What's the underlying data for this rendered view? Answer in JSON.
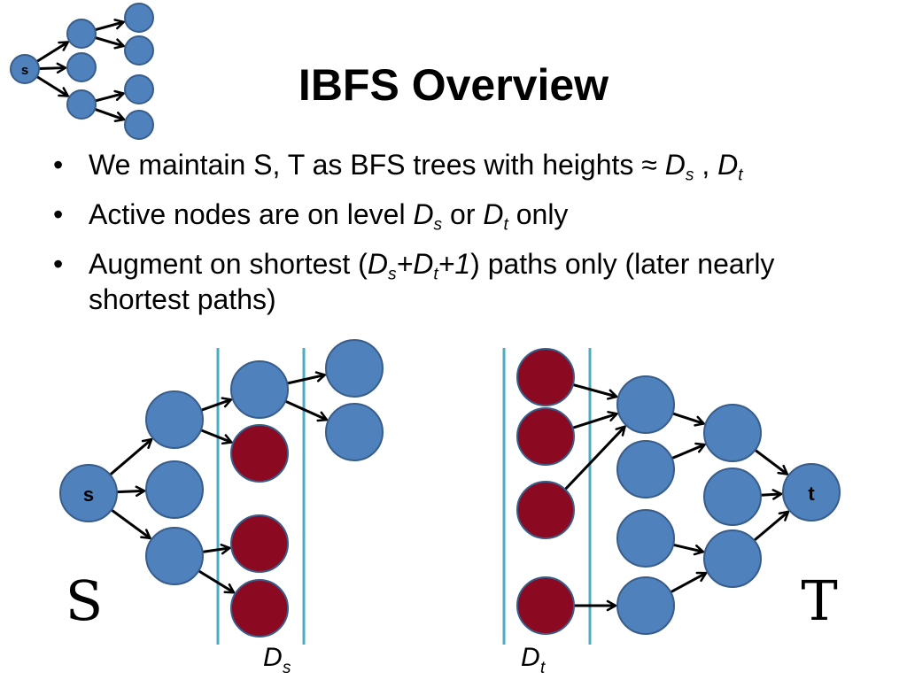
{
  "title": "IBFS Overview",
  "bullets": [
    {
      "parts": [
        {
          "text": "We maintain S, T as BFS trees with heights ≈ "
        },
        {
          "text": "D",
          "italic": true
        },
        {
          "text": "s",
          "sub": true,
          "italic": true
        },
        {
          "text": " , "
        },
        {
          "text": "D",
          "italic": true
        },
        {
          "text": "t",
          "sub": true,
          "italic": true
        }
      ]
    },
    {
      "parts": [
        {
          "text": "Active nodes are on level "
        },
        {
          "text": "D",
          "italic": true
        },
        {
          "text": "s",
          "sub": true,
          "italic": true
        },
        {
          "text": " or "
        },
        {
          "text": "D",
          "italic": true
        },
        {
          "text": "t",
          "sub": true,
          "italic": true
        },
        {
          "text": " only"
        }
      ]
    },
    {
      "parts": [
        {
          "text": "Augment on shortest ("
        },
        {
          "text": "D",
          "italic": true
        },
        {
          "text": "s",
          "sub": true,
          "italic": true
        },
        {
          "text": "+D",
          "italic": true
        },
        {
          "text": "t",
          "sub": true,
          "italic": true
        },
        {
          "text": "+1",
          "italic": true
        },
        {
          "text": ") paths only (later nearly shortest paths)"
        }
      ]
    }
  ],
  "logo": {
    "source_label": "s"
  },
  "tree_s": {
    "big_label": "S",
    "source_label": "s",
    "level_label": "D",
    "level_sub": "s"
  },
  "tree_t": {
    "big_label": "T",
    "sink_label": "t",
    "level_label": "D",
    "level_sub": "t"
  },
  "colors": {
    "node_blue": "#4f81bd",
    "node_active": "#8b0a22",
    "node_stroke": "#385d8a",
    "level_line": "#4bacc6",
    "arrow": "#000000"
  }
}
